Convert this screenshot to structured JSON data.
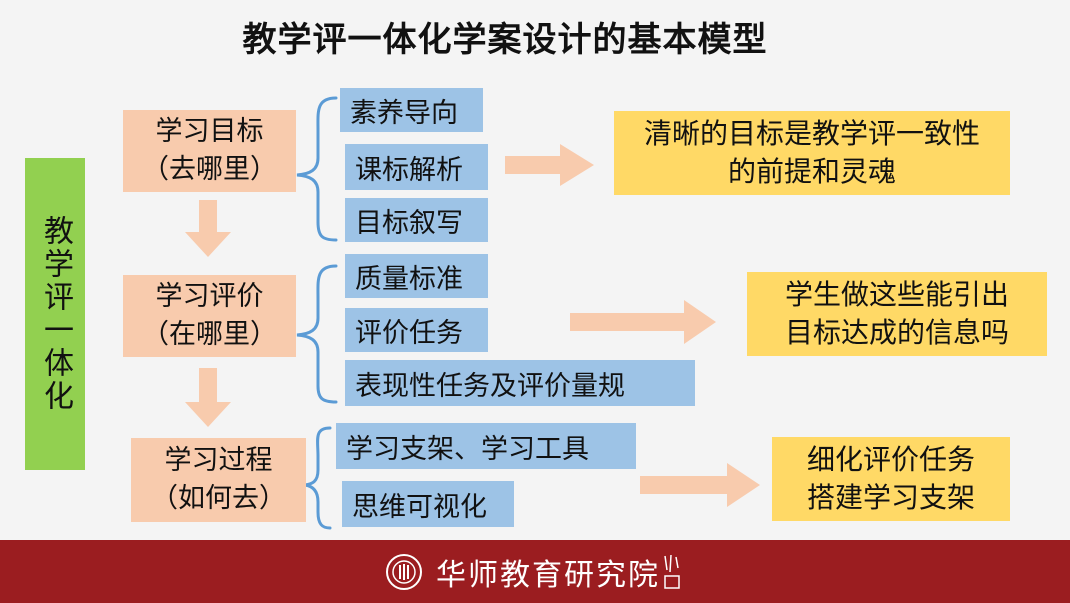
{
  "title": "教学评一体化学案设计的基本模型",
  "side_label": "教学评一体化",
  "categories": [
    {
      "line1": "学习目标",
      "line2": "（去哪里）"
    },
    {
      "line1": "学习评价",
      "line2": "（在哪里）"
    },
    {
      "line1": "学习过程",
      "line2": "（如何去）"
    }
  ],
  "items": [
    "素养导向",
    "课标解析",
    "目标叙写",
    "质量标准",
    "评价任务",
    "表现性任务及评价量规",
    "学习支架、学习工具",
    "思维可视化"
  ],
  "results": [
    {
      "line1": "清晰的目标是教学评一致性",
      "line2": "的前提和灵魂"
    },
    {
      "line1": "学生做这些能引出",
      "line2": "目标达成的信息吗"
    },
    {
      "line1": "细化评价任务",
      "line2": "搭建学习支架"
    }
  ],
  "footer": {
    "brand": "华师教育研究院",
    "logo_icon": "university-seal-icon"
  },
  "colors": {
    "category": "#f8cbad",
    "item": "#9dc3e6",
    "result": "#ffd966",
    "side": "#92d050",
    "arrow": "#f8cbad",
    "bracket": "#5b9bd5",
    "footer": "#9b1d20"
  }
}
